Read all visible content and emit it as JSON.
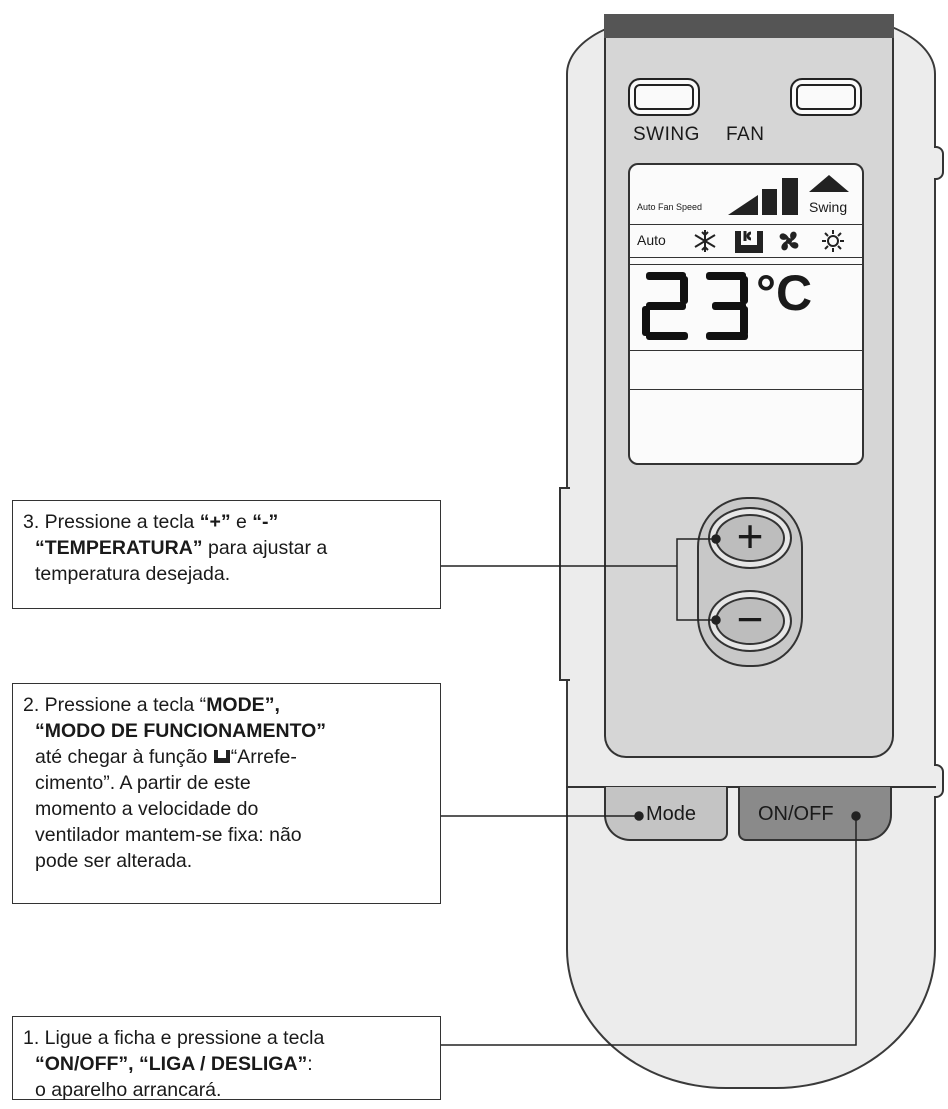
{
  "remote": {
    "swing_label": "SWING",
    "fan_label": "FAN",
    "lcd": {
      "auto_fan_speed": "Auto  Fan Speed",
      "swing": "Swing",
      "auto_mode": "Auto",
      "temperature": "23",
      "temperature_unit": "°C"
    },
    "plus_symbol": "+",
    "minus_symbol": "−",
    "mode_label": "Mode",
    "onoff_label": "ON/OFF"
  },
  "callouts": {
    "step3": {
      "p1": "3. Pressione a tecla ",
      "plus": "“+”",
      "p2": " e ",
      "minus": "“-”",
      "temperatura": "“TEMPERATURA”",
      "p3": " para ajustar a",
      "p4": "temperatura desejada."
    },
    "step2": {
      "p1": "2. Pressione a tecla “",
      "mode": "MODE”,",
      "modo": "“MODO DE FUNCIONAMENTO”",
      "p2": "até chegar à função ",
      "p3": "“Arrefe-",
      "p4": "cimento”. A partir de este",
      "p5": "momento a velocidade do",
      "p6": "ventilador mantem-se fixa: não",
      "p7": "pode ser alterada."
    },
    "step1": {
      "p1": "1. Ligue a ficha e pressione a tecla",
      "onoff": "“ON/OFF”, “LIGA / DESLIGA”",
      "p2": ":",
      "p3": "o aparelho arrancará."
    }
  },
  "colors": {
    "outline": "#333333",
    "panel": "#d6d6d6",
    "onoff_key": "#8a8a8a",
    "mode_key": "#c4c4c4"
  }
}
